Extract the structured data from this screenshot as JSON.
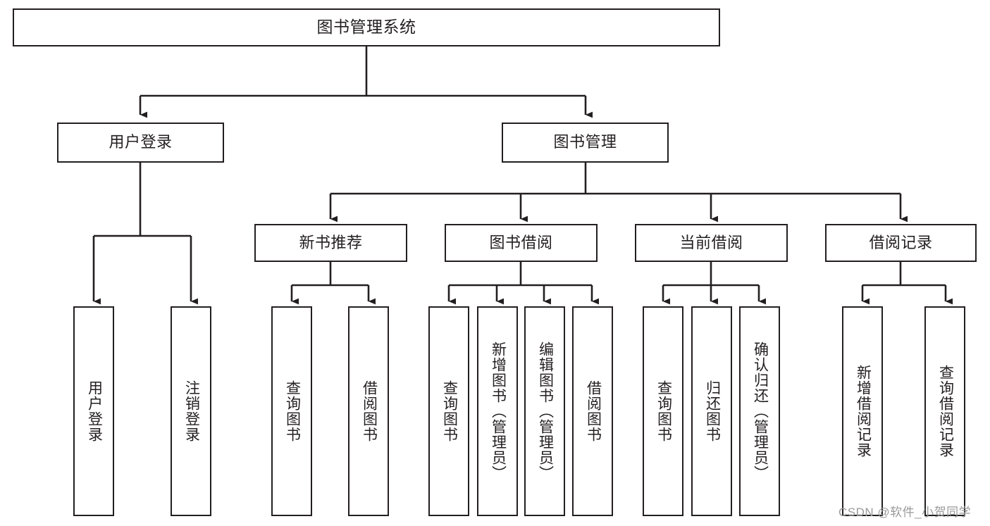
{
  "diagram": {
    "type": "hierarchy-tree",
    "title": "图书管理系统",
    "background_color": "#ffffff",
    "line_color": "#231f20",
    "box_fill": "#ffffff"
  },
  "root": {
    "label": "图书管理系统"
  },
  "level2": [
    {
      "label": "用户登录"
    },
    {
      "label": "图书管理"
    }
  ],
  "level3": [
    {
      "label": "新书推荐"
    },
    {
      "label": "图书借阅"
    },
    {
      "label": "当前借阅"
    },
    {
      "label": "借阅记录"
    }
  ],
  "leaves": {
    "user_login": [
      {
        "label": "用户登录"
      },
      {
        "label": "注销登录"
      }
    ],
    "new_book_recommend": [
      {
        "label": "查询图书"
      },
      {
        "label": "借阅图书"
      }
    ],
    "book_borrow": [
      {
        "label": "查询图书"
      },
      {
        "label": "新增图书（管理员）"
      },
      {
        "label": "编辑图书（管理员）"
      },
      {
        "label": "借阅图书"
      }
    ],
    "current_borrow": [
      {
        "label": "查询图书"
      },
      {
        "label": "归还图书"
      },
      {
        "label": "确认归还（管理员）"
      }
    ],
    "borrow_record": [
      {
        "label": "新增借阅记录"
      },
      {
        "label": "查询借阅记录"
      }
    ]
  },
  "watermark": {
    "text": "CSDN @软件_小贺同学"
  }
}
